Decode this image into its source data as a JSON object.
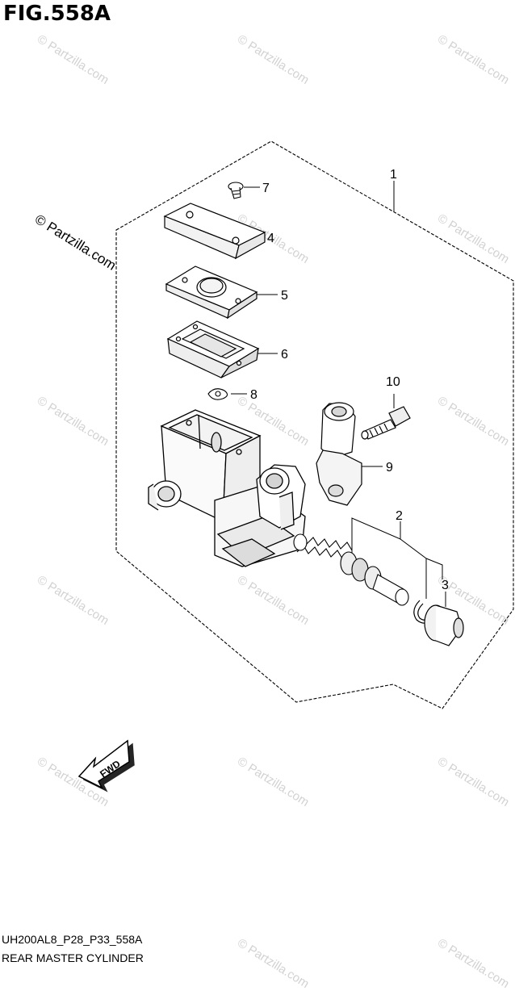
{
  "figure": {
    "title": "FIG.558A",
    "code": "UH200AL8_P28_P33_558A",
    "subtitle": "REAR MASTER CYLINDER"
  },
  "watermark": {
    "text": "© Partzilla.com",
    "main_text": "© Partzilla.com"
  },
  "fwd_label": "FWD",
  "callouts": [
    {
      "id": "1",
      "label": "1"
    },
    {
      "id": "2",
      "label": "2"
    },
    {
      "id": "3",
      "label": "3"
    },
    {
      "id": "4",
      "label": "4"
    },
    {
      "id": "5",
      "label": "5"
    },
    {
      "id": "6",
      "label": "6"
    },
    {
      "id": "7",
      "label": "7"
    },
    {
      "id": "8",
      "label": "8"
    },
    {
      "id": "9",
      "label": "9"
    },
    {
      "id": "10",
      "label": "10"
    }
  ],
  "colors": {
    "line": "#000000",
    "watermark": "#d2d2d2",
    "background": "#ffffff"
  }
}
